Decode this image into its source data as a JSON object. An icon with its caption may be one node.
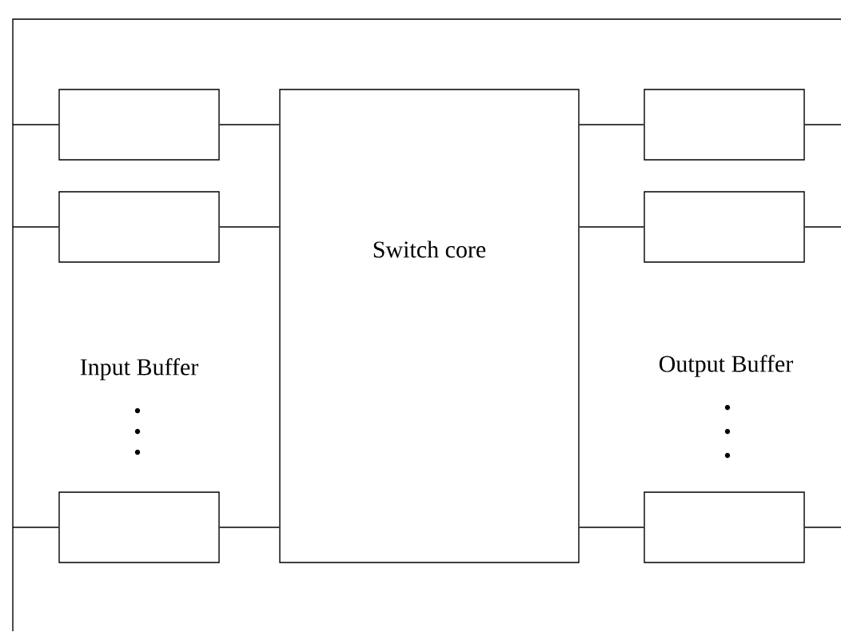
{
  "diagram": {
    "nodes": [
      {
        "text": [],
        "shape": "box"
      },
      {
        "text": [],
        "shape": "box"
      },
      {
        "text": [],
        "shape": "box"
      },
      {
        "text": [
          "Switch core"
        ]
      },
      {
        "text": [],
        "shape": "box"
      },
      {
        "text": [],
        "shape": "box"
      },
      {
        "text": [],
        "shape": "box"
      }
    ],
    "edges": [
      {
        "from": null,
        "to": 0,
        "arrow": "none"
      },
      {
        "from": null,
        "to": 1,
        "arrow": "none"
      },
      {
        "from": null,
        "to": 2,
        "arrow": "none"
      },
      {
        "from": 0,
        "to": 3,
        "arrow": "none"
      },
      {
        "from": 1,
        "to": 3,
        "arrow": "none"
      },
      {
        "from": 2,
        "to": 3,
        "arrow": "none"
      },
      {
        "from": 3,
        "to": 4,
        "arrow": "none"
      },
      {
        "from": 3,
        "to": 5,
        "arrow": "none"
      },
      {
        "from": 3,
        "to": 6,
        "arrow": "none"
      },
      {
        "from": 4,
        "to": null,
        "arrow": "none"
      },
      {
        "from": 5,
        "to": null,
        "arrow": "none"
      },
      {
        "from": 6,
        "to": null,
        "arrow": "none"
      }
    ],
    "labels": [
      "Input Buffer",
      "Output Buffer"
    ]
  }
}
